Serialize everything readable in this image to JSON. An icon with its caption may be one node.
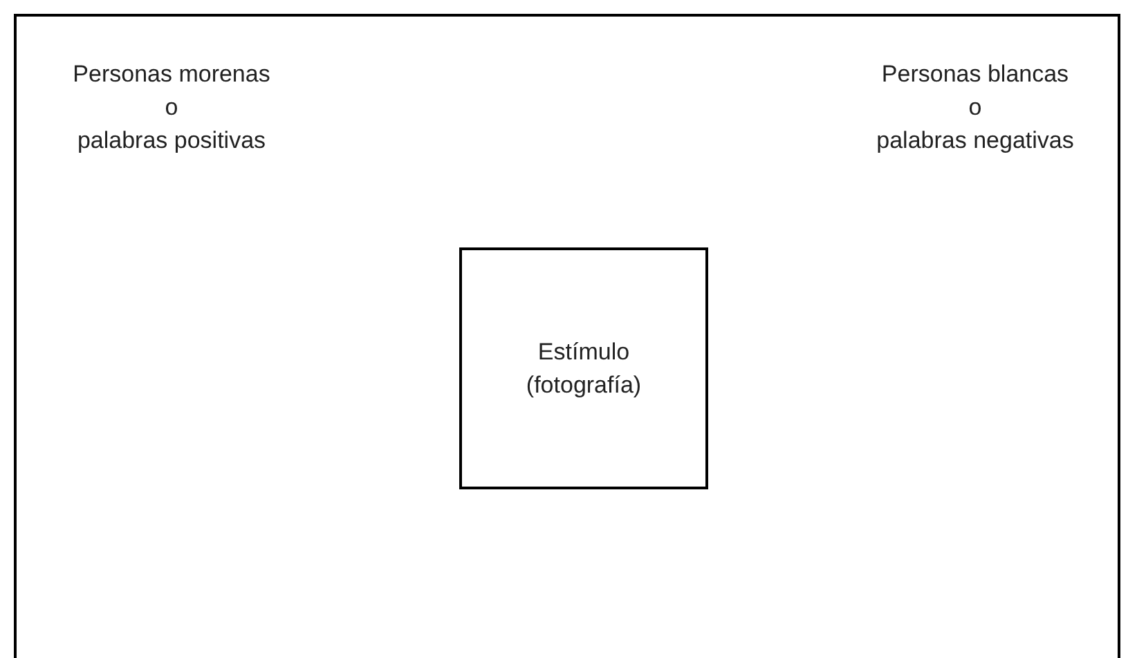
{
  "diagram": {
    "nodes": [
      {
        "text": [
          "Estímulo (fotografía)"
        ]
      }
    ],
    "labels": [
      "Personas morenas o palabras positivas",
      "Personas blancas o palabras negativas"
    ]
  }
}
